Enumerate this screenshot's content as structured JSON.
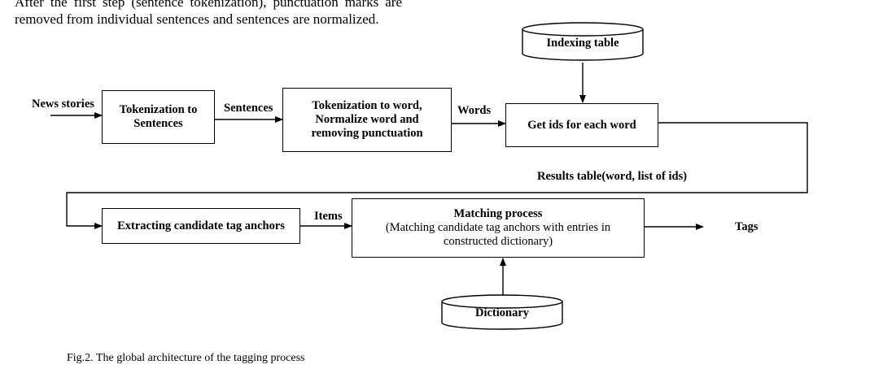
{
  "intro_text": "After the first step (sentence tokenization), punctuation marks are removed from individual sentences and sentences are normalized.",
  "diagram": {
    "input_label": "News stories",
    "boxes": {
      "tokenize_sentences": "Tokenization to Sentences",
      "tokenize_words_l1": "Tokenization to word,",
      "tokenize_words_l2": "Normalize word and",
      "tokenize_words_l3": "removing punctuation",
      "get_ids": "Get ids for each word",
      "extract_anchors": "Extracting candidate tag anchors",
      "matching_title": "Matching process",
      "matching_sub_l1": "(Matching candidate tag anchors with entries in",
      "matching_sub_l2": "constructed dictionary)"
    },
    "stores": {
      "indexing_table": "Indexing table",
      "dictionary": "Dictionary"
    },
    "edge_labels": {
      "sentences": "Sentences",
      "words": "Words",
      "results_table": "Results table(word, list of ids)",
      "items": "Items",
      "tags": "Tags"
    }
  },
  "caption": "Fig.2. The global architecture of the tagging process"
}
